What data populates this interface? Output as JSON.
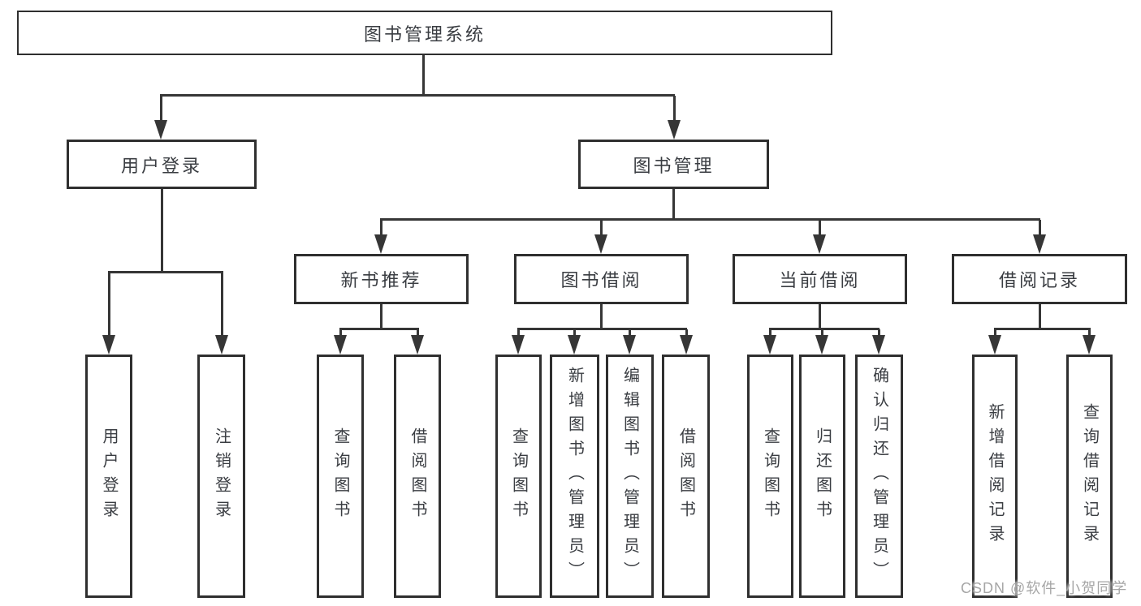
{
  "system": {
    "label": "图书管理系统"
  },
  "branches": [
    {
      "label": "用户登录",
      "children": [
        {
          "label": "用户登录"
        },
        {
          "label": "注销登录"
        }
      ]
    },
    {
      "label": "图书管理",
      "children": [
        {
          "label": "新书推荐",
          "children": [
            {
              "label": "查询图书"
            },
            {
              "label": "借阅图书"
            }
          ]
        },
        {
          "label": "图书借阅",
          "children": [
            {
              "label": "查询图书"
            },
            {
              "label": "新增图书（管理员）"
            },
            {
              "label": "编辑图书（管理员）"
            },
            {
              "label": "借阅图书"
            }
          ]
        },
        {
          "label": "当前借阅",
          "children": [
            {
              "label": "查询图书"
            },
            {
              "label": "归还图书"
            },
            {
              "label": "确认归还（管理员）"
            }
          ]
        },
        {
          "label": "借阅记录",
          "children": [
            {
              "label": "新增借阅记录"
            },
            {
              "label": "查询借阅记录"
            }
          ]
        }
      ]
    }
  ],
  "watermark": {
    "text": "CSDN @软件_小贺同学"
  },
  "colors": {
    "line": "#363636",
    "box_border": "#2f2f2f",
    "text": "#3a3d42",
    "watermark": "#a6a6a6",
    "background": "#ffffff"
  }
}
